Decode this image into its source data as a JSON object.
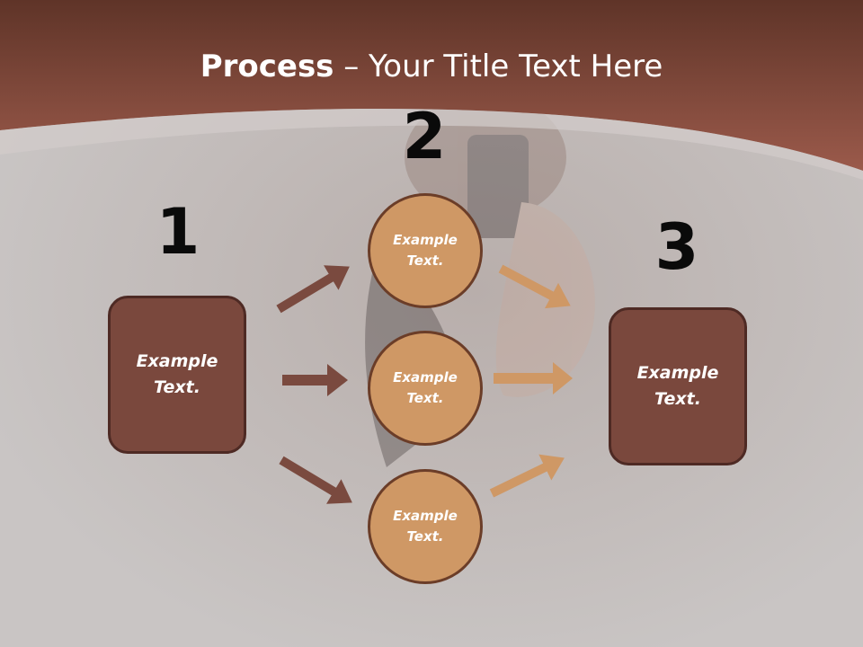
{
  "slide": {
    "title_bold": "Process",
    "title_rest": " – Your Title Text Here"
  },
  "steps": {
    "step1": {
      "number": "1",
      "text": "Example Text."
    },
    "step2": {
      "number": "2",
      "circles": [
        {
          "text": "Example Text."
        },
        {
          "text": "Example Text."
        },
        {
          "text": "Example Text."
        }
      ]
    },
    "step3": {
      "number": "3",
      "text": "Example Text."
    }
  },
  "colors": {
    "header": "#8f5446",
    "box_fill": "#7a483d",
    "circle_fill": "#cf9865",
    "arrow_left": "#7a4a3f",
    "arrow_right": "#cf9865"
  }
}
